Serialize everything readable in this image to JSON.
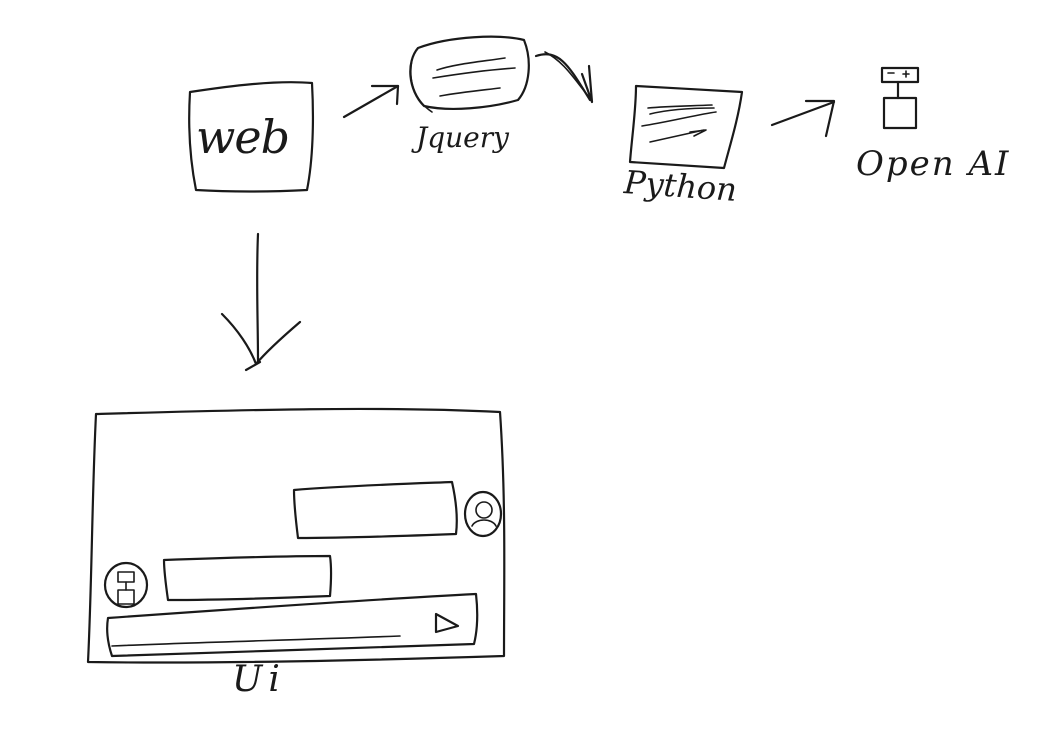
{
  "diagram": {
    "type": "hand-drawn-architecture-sketch",
    "nodes": {
      "web": {
        "label": "web"
      },
      "jquery": {
        "label": "Jquery"
      },
      "python": {
        "label": "Python"
      },
      "openai": {
        "label": "Open AI"
      },
      "ui": {
        "label": "Ui"
      }
    },
    "edges": [
      {
        "from": "web",
        "to": "jquery"
      },
      {
        "from": "jquery",
        "to": "python"
      },
      {
        "from": "python",
        "to": "openai"
      },
      {
        "from": "web",
        "to": "ui"
      }
    ],
    "ui_mockup": {
      "elements": [
        "user-message-bubble",
        "user-avatar-icon",
        "bot-message-bubble",
        "bot-avatar-icon",
        "message-input",
        "send-icon"
      ]
    }
  }
}
